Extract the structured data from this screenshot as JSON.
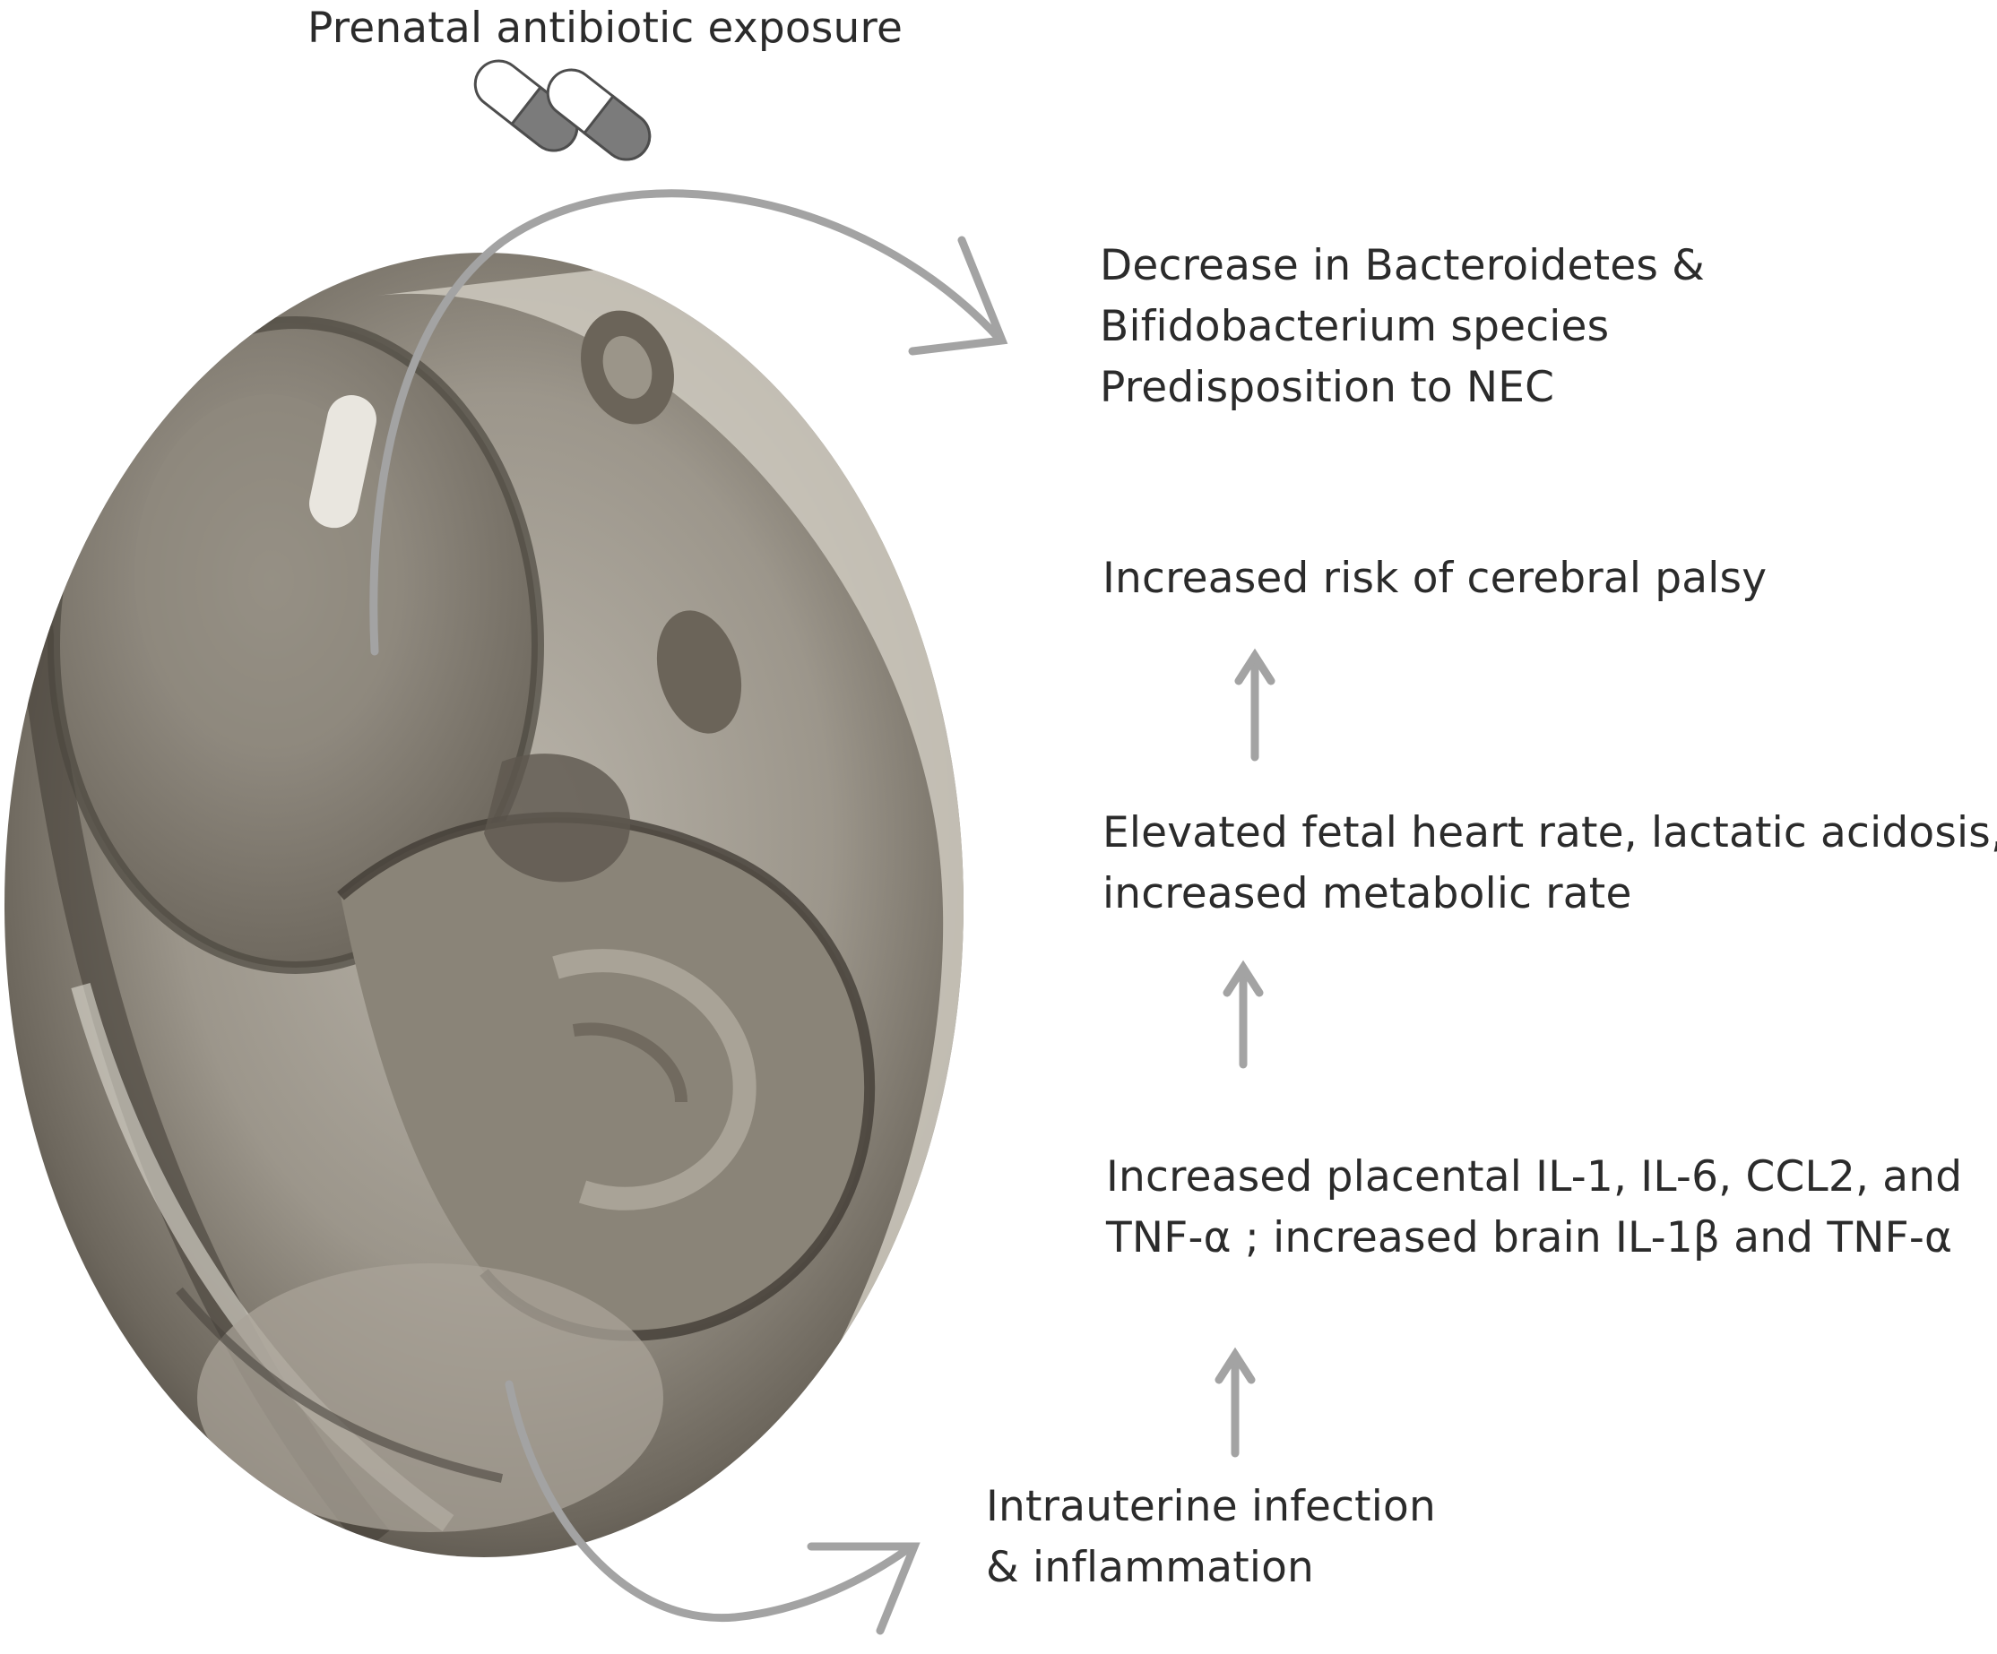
{
  "title": "Prenatal antibiotic exposure",
  "outcomes": {
    "microbiome": [
      "Decrease in Bacteroidetes &",
      "Bifidobacterium species",
      "Predisposition to NEC"
    ],
    "cerebral_palsy": "Increased risk of cerebral palsy",
    "fetal_metabolic": [
      "Elevated fetal  heart rate, lactatic acidosis,",
      "increased metabolic rate"
    ],
    "cytokines": [
      "Increased placental IL-1, IL-6, CCL2, and",
      " TNF-α ; increased brain IL-1β and TNF-α"
    ],
    "infection": [
      "Intrauterine infection",
      "& inflammation"
    ]
  },
  "icons": {
    "pills": "capsule-pills-icon",
    "fetus": "fetal-ultrasound-image"
  },
  "colors": {
    "arrow": "#a3a3a3",
    "text": "#2b2b2b",
    "capsule_fill": "#7b7b7b"
  }
}
